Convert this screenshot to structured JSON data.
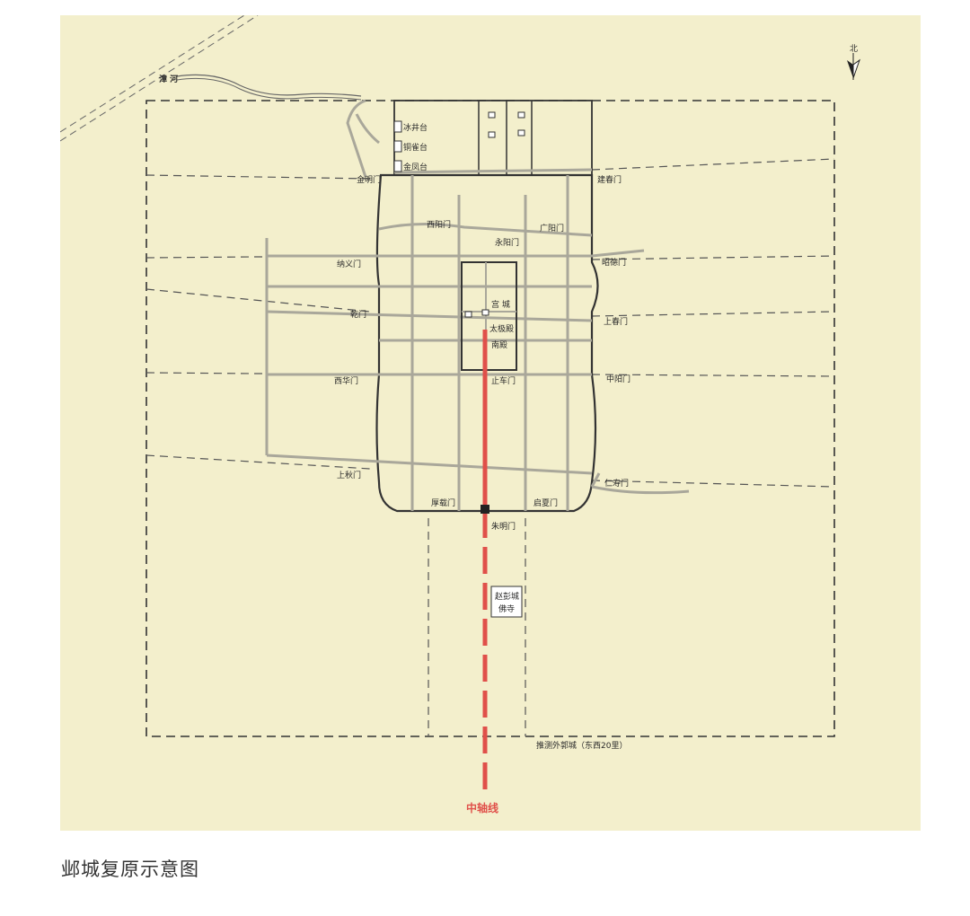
{
  "caption": "邺城复原示意图",
  "map": {
    "river": "漳 河",
    "north": "北",
    "axis": "中轴线",
    "outer_city": "推测外郭城（东西20里）",
    "terraces": [
      "冰井台",
      "铜雀台",
      "金凤台"
    ],
    "palace": "宫 城",
    "hall_main": "太极殿",
    "hall_south": "南殿",
    "temple": "赵彭城\n佛寺",
    "gates": {
      "jinming": "金明门",
      "jianchun": "建春门",
      "xiyang": "西阳门",
      "guangyang": "广阳门",
      "yuanyang": "永阳门",
      "nawen": "纳义门",
      "zhaode": "昭德门",
      "qianmen": "乾门",
      "shangchun": "上春门",
      "xihua": "西华门",
      "zhichemen": "止车门",
      "zhonghe": "中阳门",
      "shangqiu": "上秋门",
      "renshou": "仁寿门",
      "houzai": "厚载门",
      "qixia": "启夏门",
      "zhuming": "朱明门"
    },
    "colors": {
      "background": "#f3efcc",
      "line": "#555555",
      "road": "#a9a79a",
      "axis": "#e0504a"
    }
  }
}
